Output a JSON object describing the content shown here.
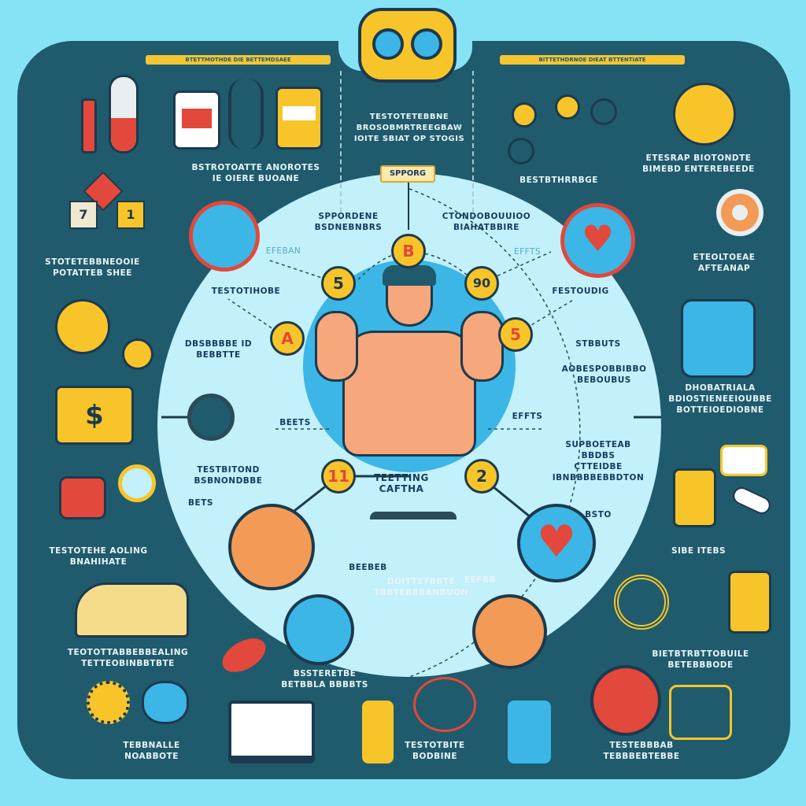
{
  "colors": {
    "background": "#86e3f6",
    "panel": "#1f5b6c",
    "circle": "#c2f0fb",
    "inner": "#3bb6e6",
    "accent": "#f7c52a",
    "red": "#e2483b"
  },
  "banners": [
    "BTETTMOTHDE DIE BETTEMDSAEE",
    "BITTETHDRNOE DIEAT BTTENTIATE"
  ],
  "top_title": "TESTOTETEBBNE\nBROSOBMRTREEGBAW\nIOITE SBIAT OP STOGIS",
  "center_tag": "SPPORG",
  "labels": [
    "BSTROTOATTE ANOROTES\nIE OIERE BUOANE",
    "BESTBTHRRBGE",
    "ETESRAP BIOTONDTE\nBIMEBD ENTEREBEEDE",
    "STOTETEBBNEOOIE\nPOTATTEB SHEE",
    "ETEOLTOEAE\nAFTEANAP",
    "SPPORDENE\nBSDNEBNBRS",
    "CTONDOBOUUIOO\nBIAHATBBIRE",
    "EFEBAN",
    "EFFTS",
    "TESTOTIHOBE",
    "FESTOUDIG",
    "DBSBBBBE ID\nBEBBTTE",
    "STBBUTS",
    "AOBESPOBBIBBO\nBEBOUBUS",
    "DHOBATRIALA\nBDIOSTIENEEIOUBBE\nBOTTEIOEDIOBNE",
    "BEETS",
    "EFFTS",
    "TESTBITOND\nBSBNONDBBE",
    "SUPBOETEAB\nBBDBS\nCTTEIDBE\nIBNBBBBEBBDTON",
    "TEETTING\nCAFTHA",
    "BETS",
    "BSTO",
    "SIBE ITEBS",
    "TESTOTEHE AOLING\nBNAHIHATE",
    "BEEBEB",
    "EEFBB",
    "DOITTETBBTE\nTBBTEBBBANBUON",
    "TEOTOTTABBEBBEALING\nTETTEOBINBBTBTE",
    "BIETBTRBTTOBUILE\nBETEBBBODE",
    "BSSTERETBE\nBETBBLA BBBBTS",
    "TESTOTBITE\nBODBINE",
    "TEBBNALLE\nNOABBOTE",
    "TESTEBBBAB\nTEBBBEBTEBBE"
  ],
  "coins": [
    "B",
    "5",
    "90",
    "A",
    "5",
    "11",
    "2"
  ],
  "icon_text": {
    "dollar": "$",
    "hex1": "7",
    "hex2": "1"
  }
}
